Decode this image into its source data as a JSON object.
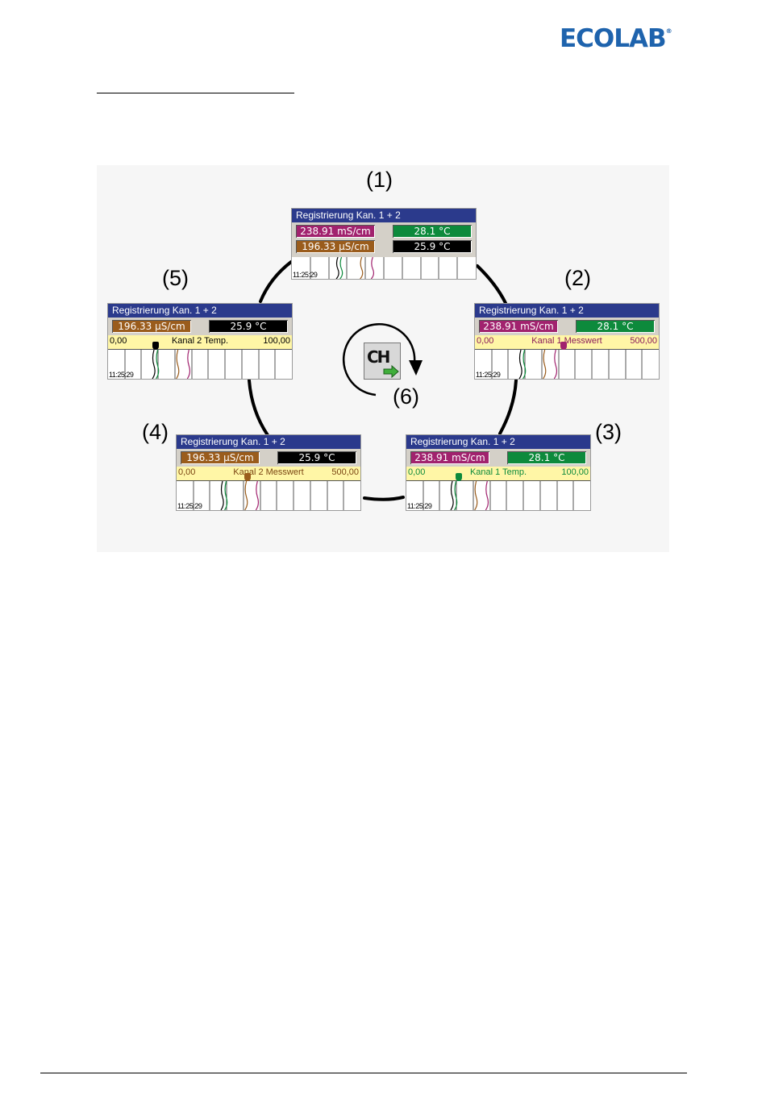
{
  "brand": {
    "logo": "ECOLAB",
    "mark": "®"
  },
  "labels": [
    "(1)",
    "(2)",
    "(3)",
    "(4)",
    "(5)",
    "(6)"
  ],
  "icon": {
    "text": "CH",
    "semantic": "channel-switch-icon"
  },
  "panels": [
    {
      "id": "1",
      "title": "Registrierung Kan. 1 + 2",
      "values": [
        "238.91  mS/cm",
        "28.1  °C",
        "196.33  µS/cm",
        "25.9  °C"
      ],
      "time": "11:25:29"
    },
    {
      "id": "2",
      "title": "Registrierung Kan. 1 + 2",
      "values": [
        "238.91  mS/cm",
        "28.1  °C"
      ],
      "scale": {
        "min": "0,00",
        "label": "Kanal 1 Messwert",
        "max": "500,00"
      },
      "time": "11:25:29"
    },
    {
      "id": "3",
      "title": "Registrierung Kan. 1 + 2",
      "values": [
        "238.91  mS/cm",
        "28.1  °C"
      ],
      "scale": {
        "min": "0,00",
        "label": "Kanal 1 Temp.",
        "max": "100,00"
      },
      "time": "11:25:29"
    },
    {
      "id": "4",
      "title": "Registrierung Kan. 1 + 2",
      "values": [
        "196.33  µS/cm",
        "25.9  °C"
      ],
      "scale": {
        "min": "0,00",
        "label": "Kanal 2 Messwert",
        "max": "500,00"
      },
      "time": "11:25:29"
    },
    {
      "id": "5",
      "title": "Registrierung Kan. 1 + 2",
      "values": [
        "196.33  µS/cm",
        "25.9  °C"
      ],
      "scale": {
        "min": "0,00",
        "label": "Kanal 2 Temp.",
        "max": "100,00"
      },
      "time": "11:25:29"
    }
  ],
  "colors": {
    "title_bar": "#2b3a8c",
    "magenta": "#a1226e",
    "green": "#0d8a3c",
    "brown": "#9a5c1c",
    "scale_bg": "#fff6a6",
    "logo": "#1e63ad"
  }
}
